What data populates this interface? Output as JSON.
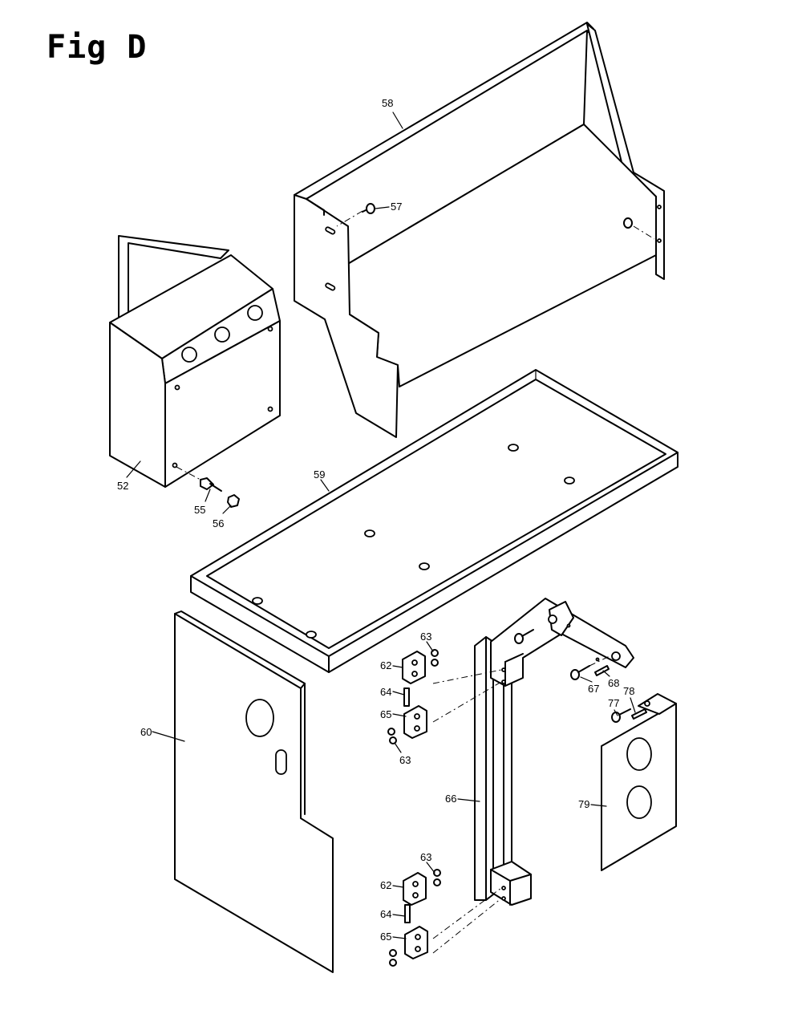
{
  "figure": {
    "title": "Fig D"
  },
  "parts": [
    {
      "id": "52",
      "label": "52"
    },
    {
      "id": "55",
      "label": "55"
    },
    {
      "id": "56",
      "label": "56"
    },
    {
      "id": "57",
      "label": "57"
    },
    {
      "id": "58",
      "label": "58"
    },
    {
      "id": "59",
      "label": "59"
    },
    {
      "id": "60",
      "label": "60"
    },
    {
      "id": "62a",
      "label": "62"
    },
    {
      "id": "62b",
      "label": "62"
    },
    {
      "id": "63a",
      "label": "63"
    },
    {
      "id": "63b",
      "label": "63"
    },
    {
      "id": "63c",
      "label": "63"
    },
    {
      "id": "64a",
      "label": "64"
    },
    {
      "id": "64b",
      "label": "64"
    },
    {
      "id": "65a",
      "label": "65"
    },
    {
      "id": "65b",
      "label": "65"
    },
    {
      "id": "66",
      "label": "66"
    },
    {
      "id": "67",
      "label": "67"
    },
    {
      "id": "68",
      "label": "68"
    },
    {
      "id": "77",
      "label": "77"
    },
    {
      "id": "78",
      "label": "78"
    },
    {
      "id": "79",
      "label": "79"
    }
  ]
}
